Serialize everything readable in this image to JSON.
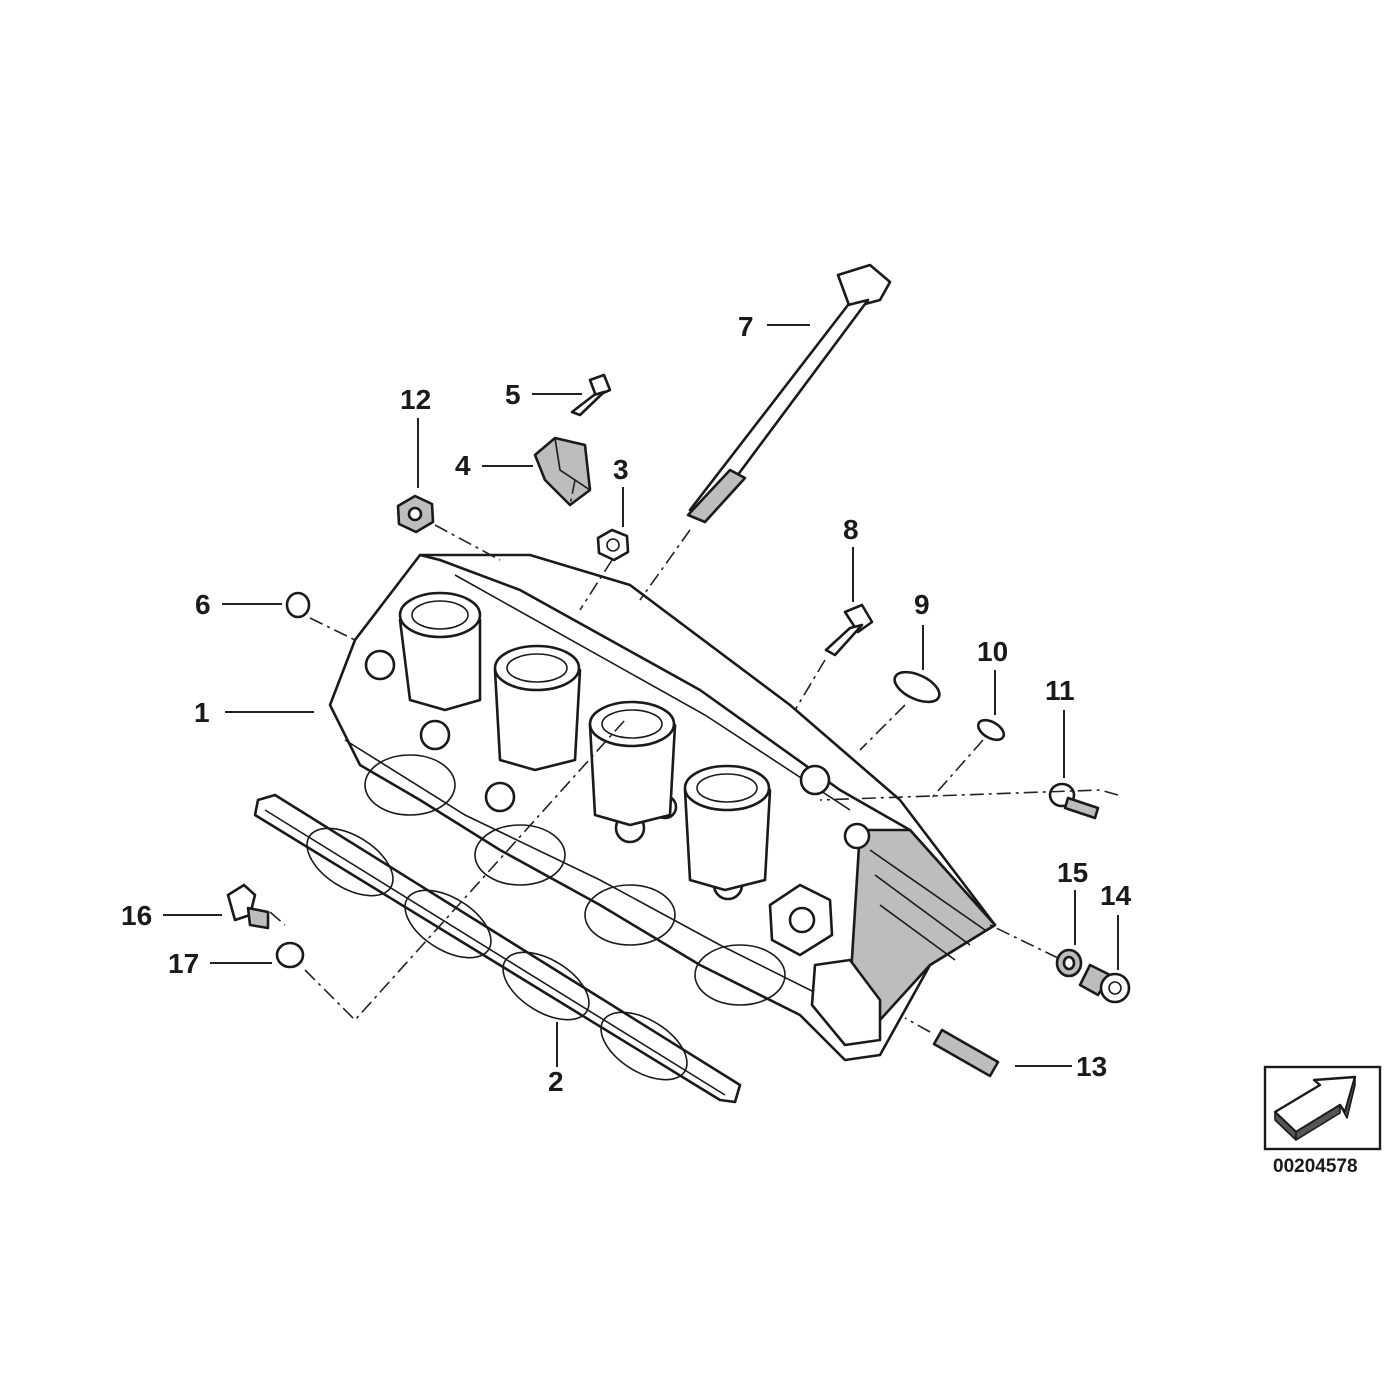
{
  "diagram": {
    "number": "00204578",
    "callouts": [
      {
        "id": "1",
        "text": "1"
      },
      {
        "id": "2",
        "text": "2"
      },
      {
        "id": "3",
        "text": "3"
      },
      {
        "id": "4",
        "text": "4"
      },
      {
        "id": "5",
        "text": "5"
      },
      {
        "id": "6",
        "text": "6"
      },
      {
        "id": "7",
        "text": "7"
      },
      {
        "id": "8",
        "text": "8"
      },
      {
        "id": "9",
        "text": "9"
      },
      {
        "id": "10",
        "text": "10"
      },
      {
        "id": "11",
        "text": "11"
      },
      {
        "id": "12",
        "text": "12"
      },
      {
        "id": "13",
        "text": "13"
      },
      {
        "id": "14",
        "text": "14"
      },
      {
        "id": "15",
        "text": "15"
      },
      {
        "id": "16",
        "text": "16"
      },
      {
        "id": "17",
        "text": "17"
      }
    ],
    "icons": {
      "orientation": "direction-arrow-icon"
    }
  }
}
